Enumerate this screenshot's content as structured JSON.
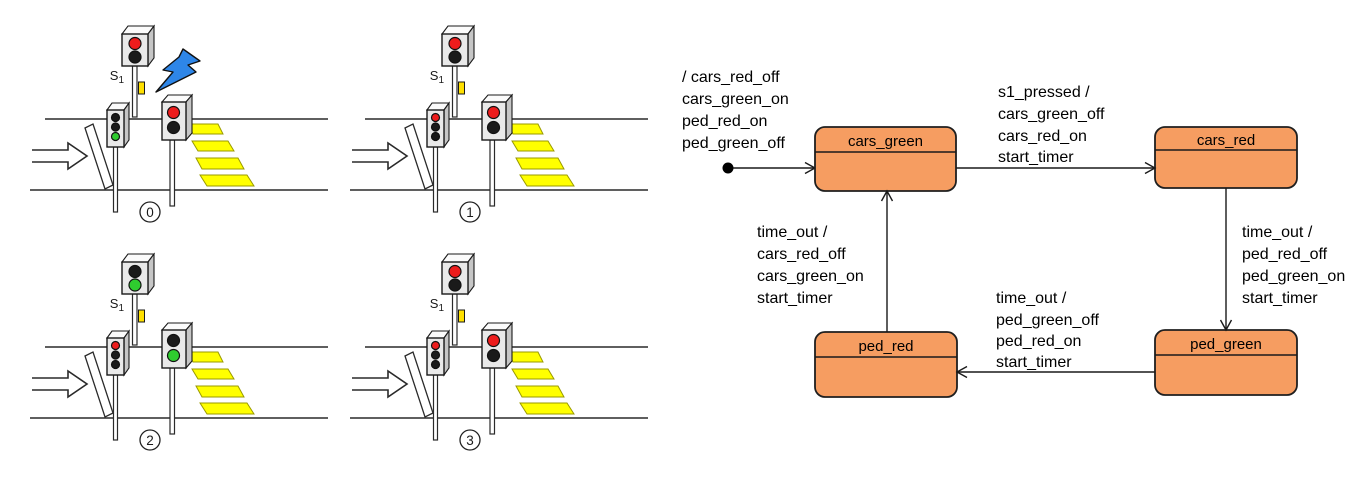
{
  "figure": {
    "s1_label": {
      "base": "S",
      "sub": "1"
    },
    "colors": {
      "stripe_yellow": "#FFFF00",
      "button_yellow": "#FFE000",
      "bolt_blue": "#2E86E8",
      "red_on": "#ED1C1C",
      "green_on": "#2FCC2F",
      "bulb_off": "#1A1A1A"
    },
    "scenes": [
      {
        "number": "0",
        "lightning": "visible",
        "ped_signal": {
          "red": "#ED1C1C",
          "green": "#1A1A1A"
        },
        "car_signal": {
          "top": "#1A1A1A",
          "middle": "#1A1A1A",
          "bottom": "#2FCC2F"
        },
        "crossing_signal": {
          "red": "#ED1C1C",
          "green": "#1A1A1A"
        }
      },
      {
        "number": "1",
        "lightning": "hidden",
        "ped_signal": {
          "red": "#ED1C1C",
          "green": "#1A1A1A"
        },
        "car_signal": {
          "top": "#ED1C1C",
          "middle": "#1A1A1A",
          "bottom": "#1A1A1A"
        },
        "crossing_signal": {
          "red": "#ED1C1C",
          "green": "#1A1A1A"
        }
      },
      {
        "number": "2",
        "lightning": "hidden",
        "ped_signal": {
          "red": "#1A1A1A",
          "green": "#2FCC2F"
        },
        "car_signal": {
          "top": "#ED1C1C",
          "middle": "#1A1A1A",
          "bottom": "#1A1A1A"
        },
        "crossing_signal": {
          "red": "#1A1A1A",
          "green": "#2FCC2F"
        }
      },
      {
        "number": "3",
        "lightning": "hidden",
        "ped_signal": {
          "red": "#ED1C1C",
          "green": "#1A1A1A"
        },
        "car_signal": {
          "top": "#ED1C1C",
          "middle": "#1A1A1A",
          "bottom": "#1A1A1A"
        },
        "crossing_signal": {
          "red": "#ED1C1C",
          "green": "#1A1A1A"
        }
      }
    ]
  },
  "statechart": {
    "colors": {
      "state_fill": "#F69D61",
      "state_border": "#1F1F1F"
    },
    "initial_transition_label": {
      "lines": [
        "/ cars_red_off",
        "cars_green_on",
        "ped_red_on",
        "ped_green_off"
      ]
    },
    "states": {
      "cars_green": {
        "label": "cars_green"
      },
      "cars_red": {
        "label": "cars_red"
      },
      "ped_green": {
        "label": "ped_green"
      },
      "ped_red": {
        "label": "ped_red"
      }
    },
    "transitions": {
      "cars_green_to_cars_red": {
        "lines": [
          "s1_pressed /",
          "cars_green_off",
          "cars_red_on",
          "start_timer"
        ]
      },
      "cars_red_to_ped_green": {
        "lines": [
          "time_out /",
          "ped_red_off",
          "ped_green_on",
          "start_timer"
        ]
      },
      "ped_green_to_ped_red": {
        "lines": [
          "time_out /",
          "ped_green_off",
          "ped_red_on",
          "start_timer"
        ]
      },
      "ped_red_to_cars_green": {
        "lines": [
          "time_out /",
          "cars_red_off",
          "cars_green_on",
          "start_timer"
        ]
      }
    }
  }
}
